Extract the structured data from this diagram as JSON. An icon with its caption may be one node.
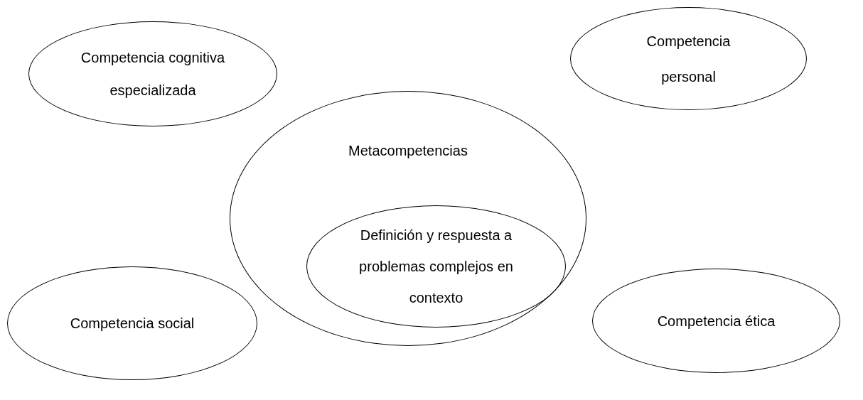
{
  "diagram": {
    "nodes": [
      {
        "text": [
          "Competencia cognitiva especializada"
        ]
      },
      {
        "text": [
          "Competencia personal"
        ]
      },
      {
        "text": [
          "Metacompetencias"
        ]
      },
      {
        "text": [
          "Definición y respuesta a problemas complejos en contexto"
        ],
        "in": 2
      },
      {
        "text": [
          "Competencia social"
        ]
      },
      {
        "text": [
          "Competencia ética"
        ]
      }
    ]
  }
}
